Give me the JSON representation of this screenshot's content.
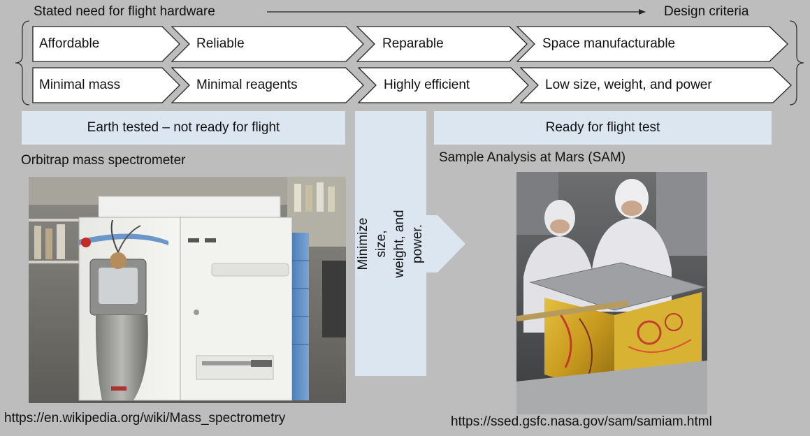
{
  "header": {
    "left_label": "Stated need for flight hardware",
    "right_label": "Design criteria"
  },
  "criteria_rows": [
    [
      "Affordable",
      "Reliable",
      "Reparable",
      "Space manufacturable"
    ],
    [
      "Minimal mass",
      "Minimal reagents",
      "Highly efficient",
      "Low size, weight, and power"
    ]
  ],
  "left_panel": {
    "banner": "Earth tested – not ready for flight",
    "caption": "Orbitrap mass spectrometer",
    "url": "https://en.wikipedia.org/wiki/Mass_spectrometry"
  },
  "middle_arrow": {
    "text": "Minimize size, weight, and power."
  },
  "right_panel": {
    "banner": "Ready for flight test",
    "caption": "Sample Analysis at Mars (SAM)",
    "url": "https://ssed.gsfc.nasa.gov/sam/samiam.html"
  },
  "colors": {
    "background": "#bdbdbd",
    "panel_fill": "#dce6f1",
    "chevron_fill": "#ffffff"
  }
}
